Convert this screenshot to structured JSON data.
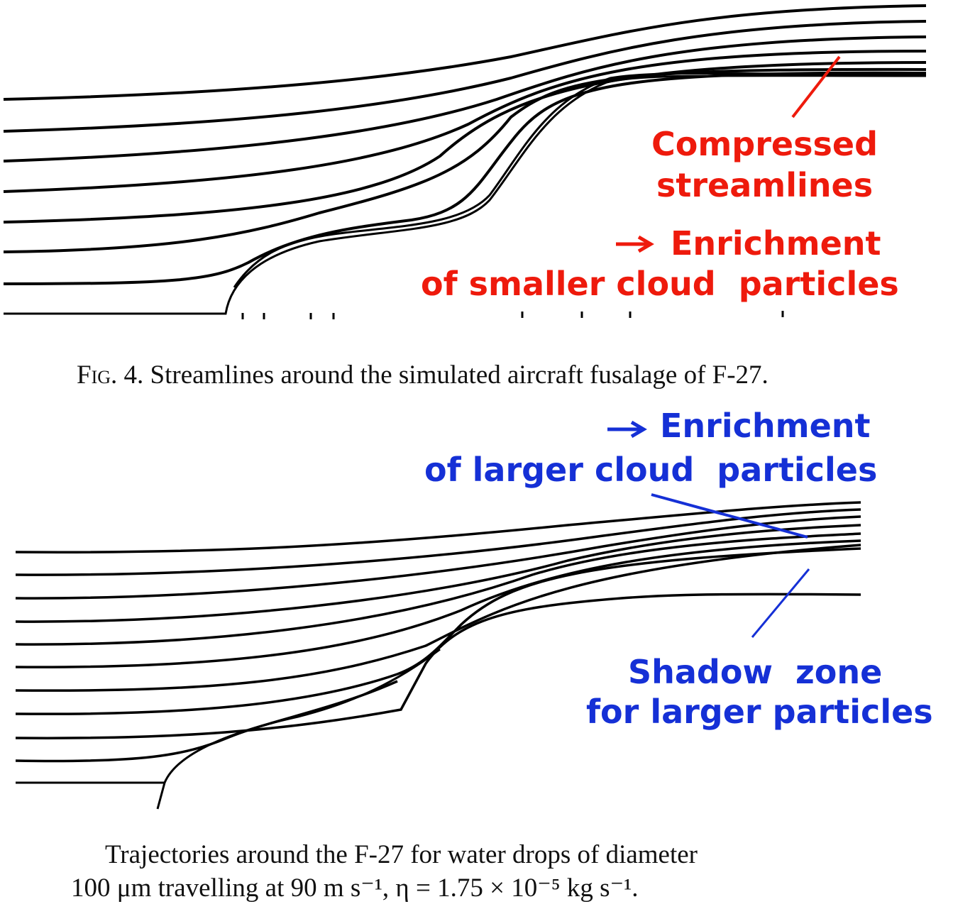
{
  "figure_top": {
    "annotations": {
      "compressed_line1": "Compressed",
      "compressed_line2": "streamlines",
      "enrichment_line1": "Enrichment",
      "enrichment_line2": "of smaller cloud  particles"
    },
    "caption": {
      "label": "Fig. 4.",
      "text": "Streamlines around the simulated aircraft fusalage of F-27."
    },
    "annotation_color": "#ee1a0c"
  },
  "figure_bottom": {
    "annotations": {
      "enrichment_line1": "Enrichment",
      "enrichment_line2": "of larger cloud  particles",
      "shadow_line1": "Shadow  zone",
      "shadow_line2": "for larger particles"
    },
    "caption": {
      "line1": "Trajectories around the F-27 for water drops of diameter",
      "line2": "100 μm travelling at 90 m s⁻¹, η = 1.75 × 10⁻⁵ kg s⁻¹."
    },
    "annotation_color": "#1530d6"
  }
}
